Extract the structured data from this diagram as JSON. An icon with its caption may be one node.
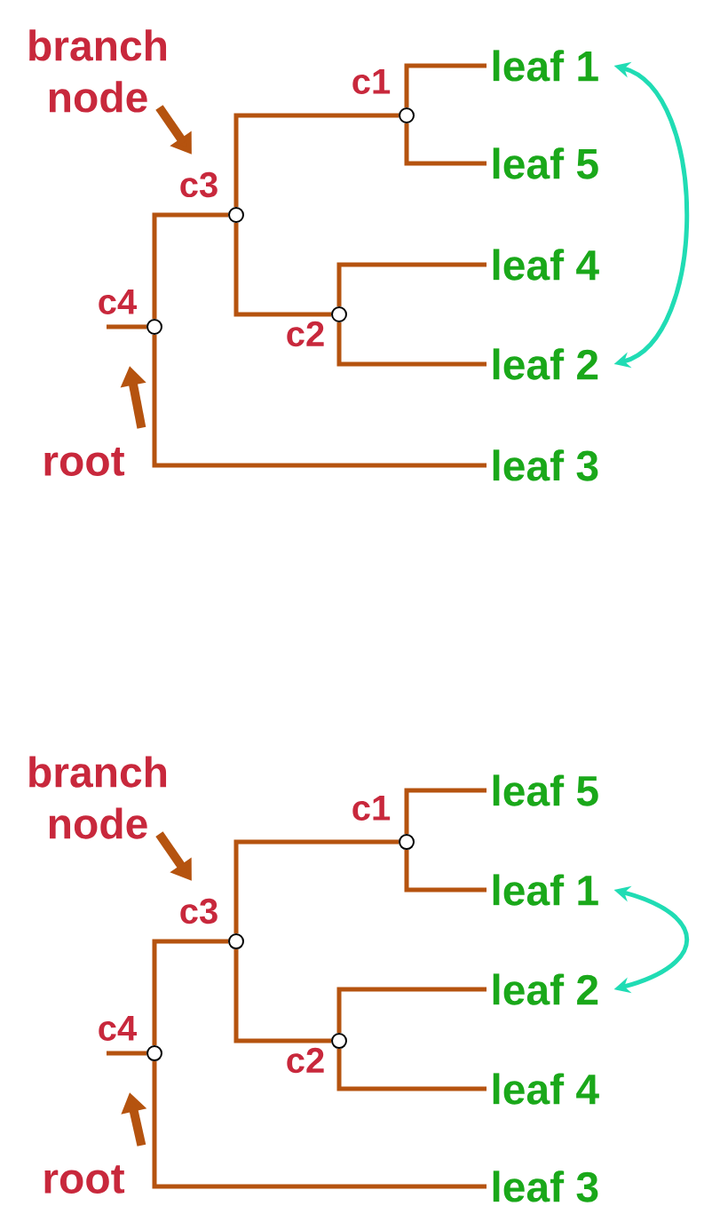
{
  "diagram": {
    "nodes": [
      {
        "text": [
          "branch node"
        ]
      },
      {
        "text": [
          "root"
        ]
      },
      {
        "text": [],
        "shape": "circle",
        "beside": [
          "c4"
        ]
      },
      {
        "text": [],
        "shape": "circle",
        "beside": [
          "c3"
        ]
      },
      {
        "text": [],
        "shape": "circle",
        "beside": [
          "c1"
        ]
      },
      {
        "text": [],
        "shape": "circle",
        "beside": [
          "c2"
        ]
      },
      {
        "text": [
          "leaf 1"
        ]
      },
      {
        "text": [
          "leaf 5"
        ]
      },
      {
        "text": [
          "leaf 4"
        ]
      },
      {
        "text": [
          "leaf 2"
        ]
      },
      {
        "text": [
          "leaf 3"
        ]
      },
      {
        "text": [
          "branch node"
        ]
      },
      {
        "text": [
          "root"
        ]
      },
      {
        "text": [],
        "shape": "circle",
        "beside": [
          "c4"
        ]
      },
      {
        "text": [],
        "shape": "circle",
        "beside": [
          "c3"
        ]
      },
      {
        "text": [],
        "shape": "circle",
        "beside": [
          "c1"
        ]
      },
      {
        "text": [],
        "shape": "circle",
        "beside": [
          "c2"
        ]
      },
      {
        "text": [
          "leaf 5"
        ]
      },
      {
        "text": [
          "leaf 1"
        ]
      },
      {
        "text": [
          "leaf 2"
        ]
      },
      {
        "text": [
          "leaf 4"
        ]
      },
      {
        "text": [
          "leaf 3"
        ]
      }
    ],
    "edges": [
      {
        "from": null,
        "to": 2,
        "arrow": "none"
      },
      {
        "from": 2,
        "to": 3,
        "arrow": "none"
      },
      {
        "from": 3,
        "to": 4,
        "arrow": "none"
      },
      {
        "from": 4,
        "to": 6,
        "arrow": "none"
      },
      {
        "from": 4,
        "to": 7,
        "arrow": "none"
      },
      {
        "from": 3,
        "to": 5,
        "arrow": "none"
      },
      {
        "from": 5,
        "to": 8,
        "arrow": "none"
      },
      {
        "from": 5,
        "to": 9,
        "arrow": "none"
      },
      {
        "from": 2,
        "to": 10,
        "arrow": "none"
      },
      {
        "from": 0,
        "to": 3,
        "arrow": "to",
        "style": "thick"
      },
      {
        "from": 1,
        "to": 2,
        "arrow": "to",
        "style": "thick"
      },
      {
        "from": 6,
        "to": 9,
        "arrow": "both",
        "color": "#20dcb4"
      },
      {
        "from": null,
        "to": 13,
        "arrow": "none"
      },
      {
        "from": 13,
        "to": 14,
        "arrow": "none"
      },
      {
        "from": 14,
        "to": 15,
        "arrow": "none"
      },
      {
        "from": 15,
        "to": 17,
        "arrow": "none"
      },
      {
        "from": 15,
        "to": 18,
        "arrow": "none"
      },
      {
        "from": 14,
        "to": 16,
        "arrow": "none"
      },
      {
        "from": 16,
        "to": 19,
        "arrow": "none"
      },
      {
        "from": 16,
        "to": 20,
        "arrow": "none"
      },
      {
        "from": 13,
        "to": 21,
        "arrow": "none"
      },
      {
        "from": 11,
        "to": 14,
        "arrow": "to",
        "style": "thick"
      },
      {
        "from": 12,
        "to": 13,
        "arrow": "to",
        "style": "thick"
      },
      {
        "from": 18,
        "to": 19,
        "arrow": "both",
        "color": "#20dcb4"
      }
    ]
  }
}
